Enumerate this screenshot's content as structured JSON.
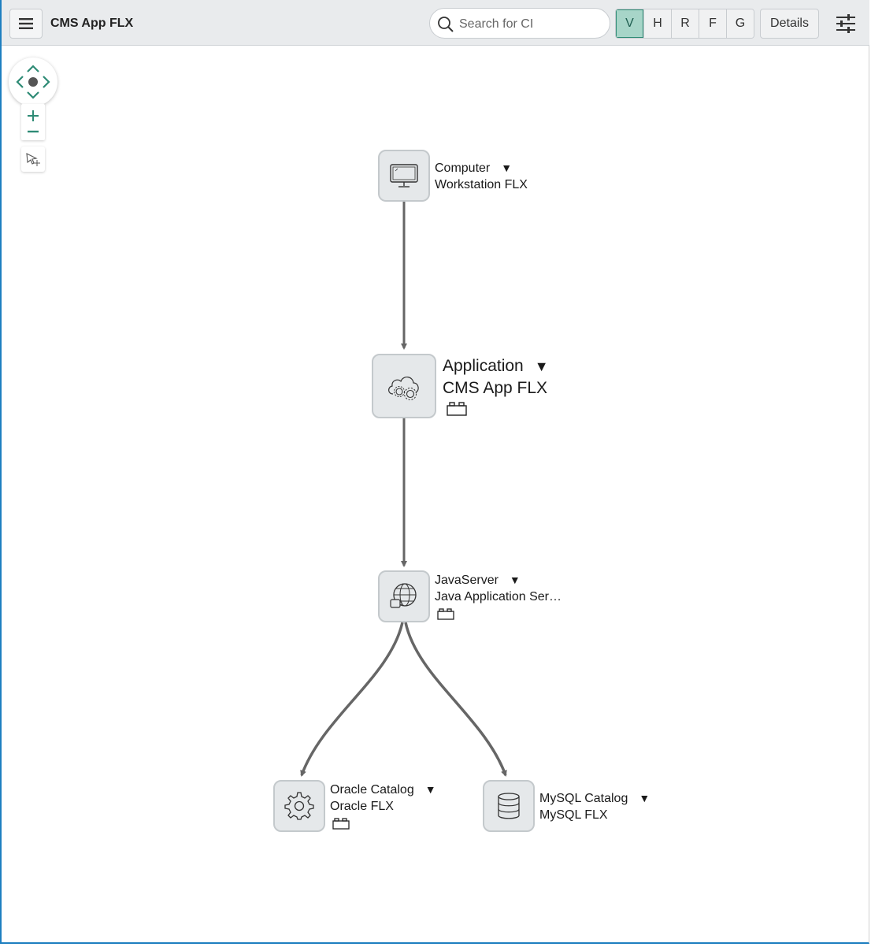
{
  "toolbar": {
    "title": "CMS App FLX",
    "search_placeholder": "Search for CI",
    "view_modes": [
      {
        "label": "V",
        "active": true
      },
      {
        "label": "H",
        "active": false
      },
      {
        "label": "R",
        "active": false
      },
      {
        "label": "F",
        "active": false
      },
      {
        "label": "G",
        "active": false
      }
    ],
    "details_label": "Details"
  },
  "colors": {
    "accent": "#2e8b75",
    "active_segment": "#a7d5c8",
    "node_fill": "#e5e8ea",
    "edge": "#666666",
    "frame": "#1e7fc0"
  },
  "nodes": {
    "computer": {
      "type": "Computer",
      "name": "Workstation FLX",
      "icon": "monitor-icon"
    },
    "application": {
      "type": "Application",
      "name": "CMS App FLX",
      "icon": "cloud-gears-icon"
    },
    "javaserver": {
      "type": "JavaServer",
      "name": "Java Application Ser…",
      "icon": "globe-cup-icon"
    },
    "oracle": {
      "type": "Oracle Catalog",
      "name": "Oracle FLX",
      "icon": "gear-icon"
    },
    "mysql": {
      "type": "MySQL Catalog",
      "name": "MySQL FLX",
      "icon": "database-icon"
    }
  },
  "caret_glyph": "▼"
}
